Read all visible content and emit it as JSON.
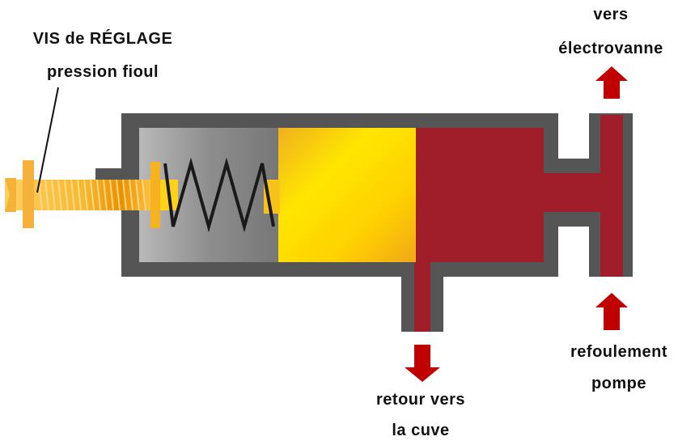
{
  "labels": {
    "adjust_screw_line1": "VIS de RÉGLAGE",
    "adjust_screw_line2": "pression fioul",
    "to_valve_line1": "vers",
    "to_valve_line2": "électrovanne",
    "return_line1": "retour vers",
    "return_line2": "la cuve",
    "pump_line1": "refoulement",
    "pump_line2": "pompe"
  },
  "colors": {
    "housing": "#555555",
    "fuel": "#a01d2a",
    "arrow": "#c00000",
    "piston": "#ffd21a",
    "spring_chamber": "#9a9a9a",
    "screw": "#f5a623"
  }
}
